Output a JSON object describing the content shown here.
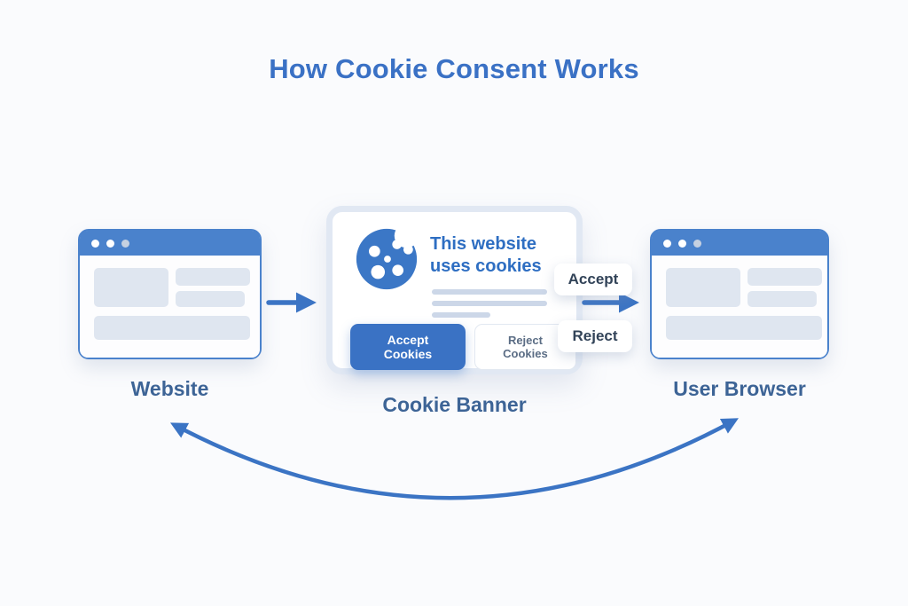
{
  "title": "How Cookie Consent Works",
  "nodes": {
    "website": {
      "label": "Website"
    },
    "cookie_banner": {
      "label": "Cookie Banner",
      "heading": "This website uses cookies",
      "accept_button": "Accept Cookies",
      "reject_button": "Reject Cookies"
    },
    "user_browser": {
      "label": "User Browser"
    }
  },
  "flow_labels": {
    "accept": "Accept",
    "reject": "Reject"
  },
  "icons": {
    "cookie": "cookie-icon",
    "window_dots": "window-control-dots",
    "arrows": "flow-arrow"
  },
  "colors": {
    "background": "#fafbfd",
    "accent_blue": "#3b74c4",
    "window_chrome_blue": "#4a82cc",
    "heading_blue": "#2e6ec2",
    "node_label_blue": "#3d6496",
    "chip_text": "#324358",
    "reject_button_text": "#5b6d85",
    "placeholder_gray": "#dfe6f0",
    "card_ring": "#e1e8f3"
  }
}
